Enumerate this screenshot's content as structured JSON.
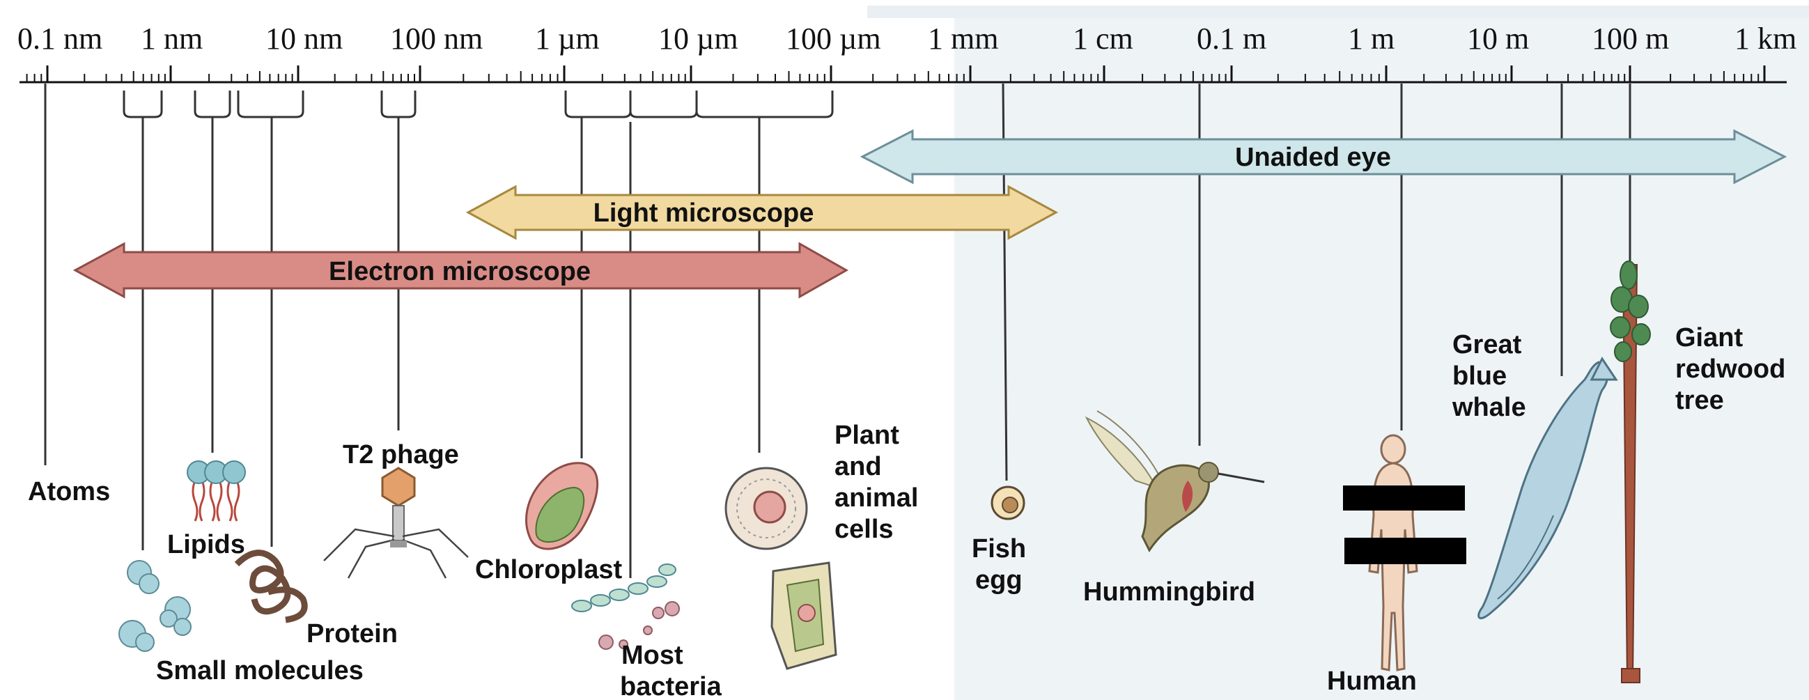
{
  "scale": {
    "labels": [
      "0.1 nm",
      "1 nm",
      "10 nm",
      "100 nm",
      "1 µm",
      "10 µm",
      "100 µm",
      "1 mm",
      "1 cm",
      "0.1 m",
      "1 m",
      "10 m",
      "100 m",
      "1 km"
    ]
  },
  "bands": {
    "unaided_eye": "Unaided eye",
    "light_microscope": "Light microscope",
    "electron_microscope": "Electron microscope"
  },
  "items": {
    "atoms": "Atoms",
    "lipids": "Lipids",
    "small_molecules": "Small molecules",
    "protein": "Protein",
    "t2_phage": "T2 phage",
    "chloroplast": "Chloroplast",
    "most_bacteria_1": "Most",
    "most_bacteria_2": "bacteria",
    "cells_1": "Plant",
    "cells_2": "and",
    "cells_3": "animal",
    "cells_4": "cells",
    "fish_egg_1": "Fish",
    "fish_egg_2": "egg",
    "hummingbird": "Hummingbird",
    "human": "Human",
    "whale_1": "Great",
    "whale_2": "blue",
    "whale_3": "whale",
    "redwood_1": "Giant",
    "redwood_2": "redwood",
    "redwood_3": "tree"
  },
  "colors": {
    "unaided_eye": "#cfe6ea",
    "light_microscope": "#f1d9a0",
    "electron_microscope": "#d98c86",
    "right_panel": "#eef3f6"
  }
}
